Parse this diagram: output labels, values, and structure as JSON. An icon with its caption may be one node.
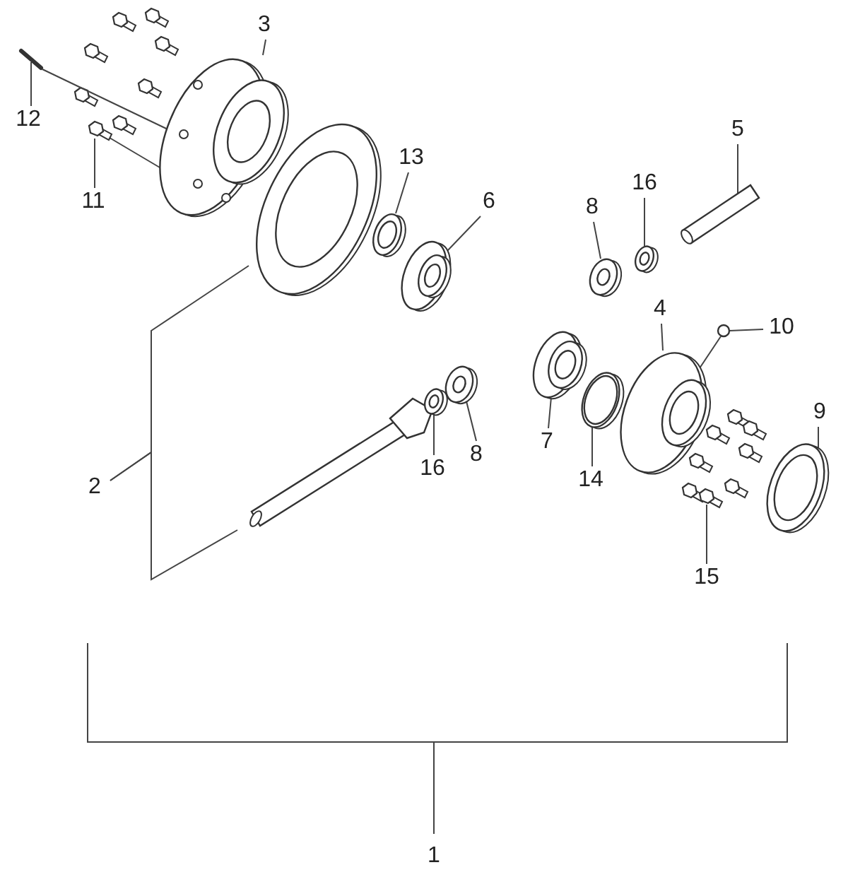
{
  "diagram": {
    "nodes": [
      {
        "text": [
          "3"
        ]
      },
      {
        "text": [
          "12"
        ]
      },
      {
        "text": [
          "11"
        ]
      },
      {
        "text": [
          "5"
        ]
      },
      {
        "text": [
          "13"
        ]
      },
      {
        "text": [
          "6"
        ]
      },
      {
        "text": [
          "8"
        ]
      },
      {
        "text": [
          "16"
        ]
      },
      {
        "text": [
          "4"
        ]
      },
      {
        "text": [
          "10"
        ]
      },
      {
        "text": [
          "2"
        ]
      },
      {
        "text": [
          "9"
        ]
      },
      {
        "text": [
          "7"
        ]
      },
      {
        "text": [
          "8"
        ]
      },
      {
        "text": [
          "16"
        ]
      },
      {
        "text": [
          "14"
        ]
      },
      {
        "text": [
          "15"
        ]
      },
      {
        "text": [],
        "shape": "picture"
      },
      {
        "text": [],
        "shape": "picture"
      },
      {
        "text": [],
        "shape": "picture"
      },
      {
        "text": [],
        "shape": "picture"
      },
      {
        "text": [],
        "shape": "picture"
      },
      {
        "text": [],
        "shape": "picture"
      },
      {
        "text": [],
        "shape": "picture"
      },
      {
        "text": [],
        "shape": "picture"
      },
      {
        "text": [],
        "shape": "picture"
      },
      {
        "text": [],
        "shape": "picture"
      },
      {
        "text": [],
        "shape": "picture"
      },
      {
        "text": [],
        "shape": "picture"
      },
      {
        "text": [],
        "shape": "picture"
      },
      {
        "text": [],
        "shape": "picture"
      },
      {
        "text": [],
        "shape": "picture"
      },
      {
        "text": [],
        "shape": "circle"
      },
      {
        "text": [],
        "shape": "picture"
      },
      {
        "text": [],
        "shape": "picture"
      }
    ],
    "edges": [
      {
        "from": 0,
        "to": 19,
        "arrow": "none"
      },
      {
        "from": 1,
        "to": 17,
        "arrow": "none"
      },
      {
        "from": 2,
        "to": 18,
        "arrow": "none"
      },
      {
        "from": 3,
        "to": 33,
        "arrow": "none"
      },
      {
        "from": 4,
        "to": 22,
        "arrow": "none"
      },
      {
        "from": 5,
        "to": 24,
        "arrow": "none"
      },
      {
        "from": 6,
        "to": 27,
        "arrow": "none"
      },
      {
        "from": 7,
        "to": 29,
        "arrow": "none"
      },
      {
        "from": 8,
        "to": 30,
        "arrow": "none"
      },
      {
        "from": 9,
        "to": 32,
        "arrow": "none"
      },
      {
        "from": 10,
        "to": 20,
        "arrow": "none"
      },
      {
        "from": 10,
        "to": 21,
        "arrow": "none"
      },
      {
        "from": 11,
        "to": 34,
        "arrow": "none"
      },
      {
        "from": 12,
        "to": 26,
        "arrow": "none"
      },
      {
        "from": 13,
        "to": 25,
        "arrow": "none"
      },
      {
        "from": 14,
        "to": 23,
        "arrow": "none"
      },
      {
        "from": 15,
        "to": 28,
        "arrow": "none"
      },
      {
        "from": 16,
        "to": 31,
        "arrow": "none"
      },
      {
        "from": 17,
        "to": 19,
        "arrow": "none"
      },
      {
        "from": 18,
        "to": 19,
        "arrow": "none"
      },
      {
        "from": 32,
        "to": 30,
        "arrow": "none"
      }
    ],
    "labels": [
      "1"
    ]
  }
}
